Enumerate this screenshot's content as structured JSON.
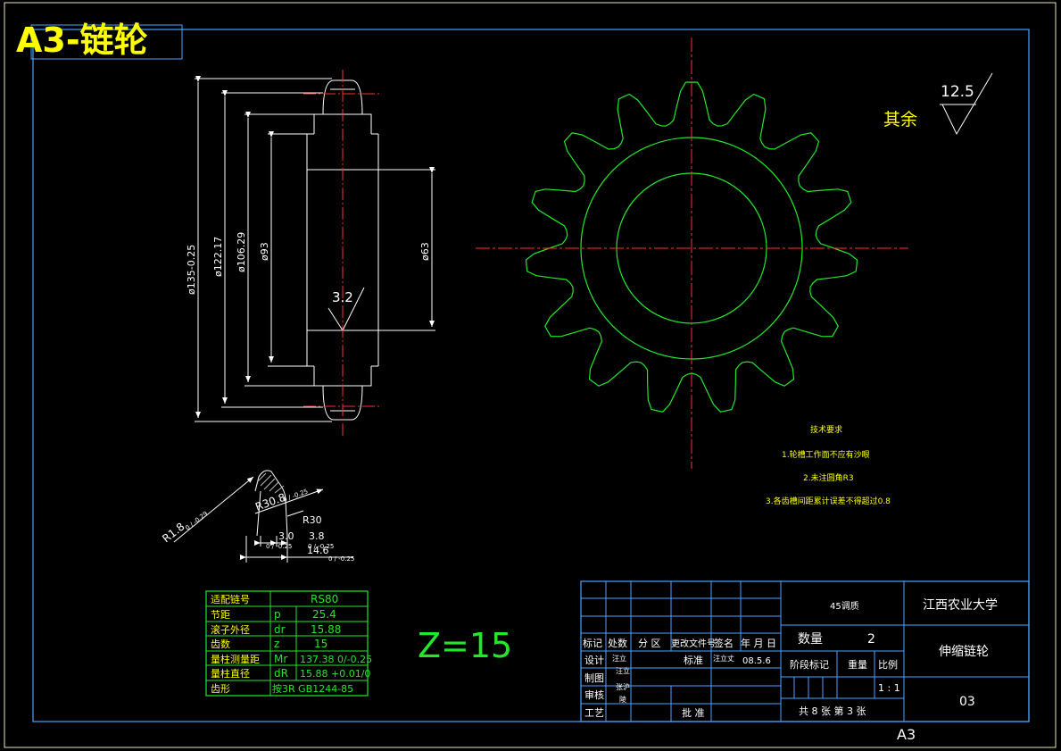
{
  "header": {
    "title": "A3-链轮"
  },
  "sheet": {
    "format_label": "A3"
  },
  "roughness": {
    "rest_label": "其余",
    "rest_value": "12.5",
    "bore_value": "3.2"
  },
  "dimensions": {
    "d135": "ø135-0.25",
    "d122": "ø122.17",
    "d106": "ø106.29",
    "d93": "ø93",
    "d63": "ø63"
  },
  "profile": {
    "r1": "R1.8",
    "r1_tol": "0 / -0.29",
    "r30a": "R30.8",
    "r30a_tol": "0 / -0.25",
    "r30b": "R30",
    "w1": "3.0",
    "w1_tol": "0 / -0.25",
    "w2": "3.8",
    "w2_tol": "0 / -0.25",
    "w3": "14.6",
    "w3_tol": "0 / -0.25"
  },
  "tech": {
    "title": "技术要求",
    "items": [
      "1.轮槽工作面不应有沙眼",
      "2.未注圆角R3",
      "3.各齿槽间距累计误差不得超过0.8"
    ]
  },
  "params": {
    "rows": [
      {
        "name": "适配链号",
        "sym": "",
        "value": "RS80"
      },
      {
        "name": "节距",
        "sym": "p",
        "value": "25.4"
      },
      {
        "name": "滚子外径",
        "sym": "dr",
        "value": "15.88"
      },
      {
        "name": "齿数",
        "sym": "z",
        "value": "15"
      },
      {
        "name": "量柱测量距",
        "sym": "Mr",
        "value": "137.38 0/-0.25"
      },
      {
        "name": "量柱直径",
        "sym": "dR",
        "value": "15.88 +0.01/0"
      },
      {
        "name": "齿形",
        "sym": "",
        "value": "按3R  GB1244-85"
      }
    ]
  },
  "teeth_label": "Z=15",
  "gear": {
    "teeth_count": 15
  },
  "title_block": {
    "material": "45调质",
    "school": "江西农业大学",
    "part_name": "伸缩链轮",
    "drawing_no": "03",
    "qty_label": "数量",
    "qty_value": "2",
    "stage_label": "阶段标记",
    "weight_label": "重量",
    "scale_label": "比例",
    "scale_value": "1 : 1",
    "sheets": "共 8 张    第 3 张",
    "hdr": [
      "标记",
      "处数",
      "分 区",
      "更改文件号",
      "签名",
      "年 月 日"
    ],
    "design": "设计",
    "drafter": "制图",
    "review": "审核",
    "process": "工艺",
    "standard": "标准",
    "approve": "批 准",
    "signer": "汪立丈",
    "date": "08.5.6",
    "signer_names": [
      "汪立",
      "汪立",
      "张沪",
      "陵"
    ]
  },
  "colors": {
    "frame": "#e6e6b8",
    "border": "#4aa3ff",
    "part": "#22e82a",
    "center": "#ff3030",
    "text": "#ffff00"
  }
}
